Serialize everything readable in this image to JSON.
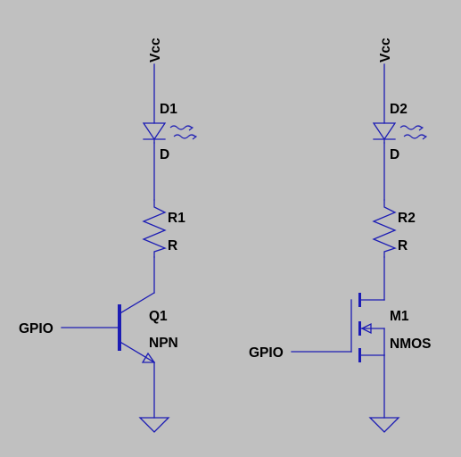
{
  "left_circuit": {
    "supply_label": "Vcc",
    "led_name": "D1",
    "led_type": "D",
    "resistor_name": "R1",
    "resistor_value": "R",
    "transistor_name": "Q1",
    "transistor_type": "NPN",
    "input_label": "GPIO"
  },
  "right_circuit": {
    "supply_label": "Vcc",
    "led_name": "D2",
    "led_type": "D",
    "resistor_name": "R2",
    "resistor_value": "R",
    "transistor_name": "M1",
    "transistor_type": "NMOS",
    "input_label": "GPIO"
  },
  "colors": {
    "background": "#c0c0c0",
    "wire": "#1c1cb4",
    "text": "#000000"
  }
}
